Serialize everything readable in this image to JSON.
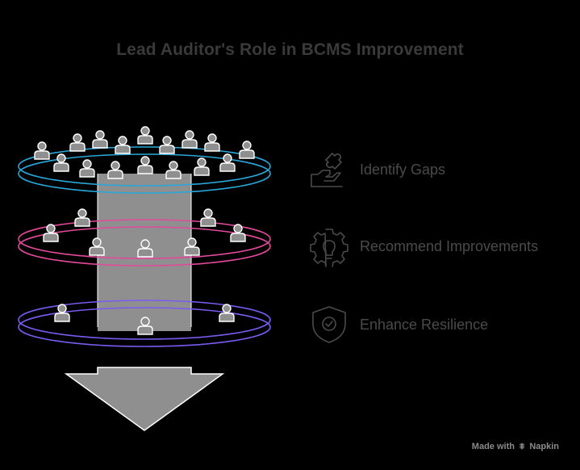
{
  "title": "Lead Auditor's Role in BCMS Improvement",
  "steps": [
    {
      "label": "Identify Gaps",
      "icon": "puzzle-hand-icon",
      "ring_color": "#2aa7d8"
    },
    {
      "label": "Recommend Improvements",
      "icon": "gear-lightbulb-icon",
      "ring_color": "#e24a9b"
    },
    {
      "label": "Enhance Resilience",
      "icon": "shield-check-icon",
      "ring_color": "#7a5bf0"
    }
  ],
  "footer": {
    "made_with": "Made with",
    "brand": "Napkin"
  },
  "colors": {
    "person": "#8f8f8f",
    "person_outline": "#ffffff",
    "core": "#8f8f8f",
    "arrow": "#8f8f8f",
    "text": "#4a4a4a"
  }
}
